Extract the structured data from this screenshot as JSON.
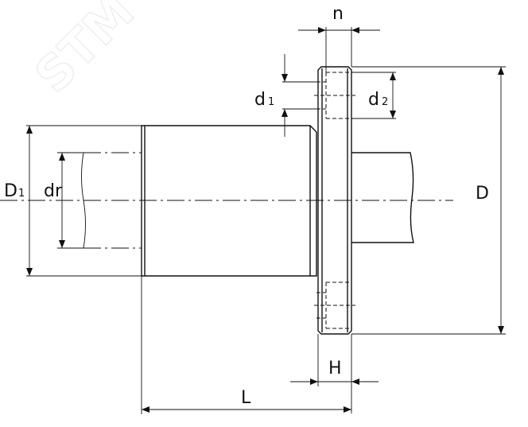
{
  "watermark": "STM",
  "labels": {
    "n": "n",
    "d1": "d",
    "d1_sub": "1",
    "d2": "d",
    "d2_sub": "2",
    "D1": "D",
    "D1_sub": "1",
    "dr": "dr",
    "D": "D",
    "H": "H",
    "L": "L"
  }
}
